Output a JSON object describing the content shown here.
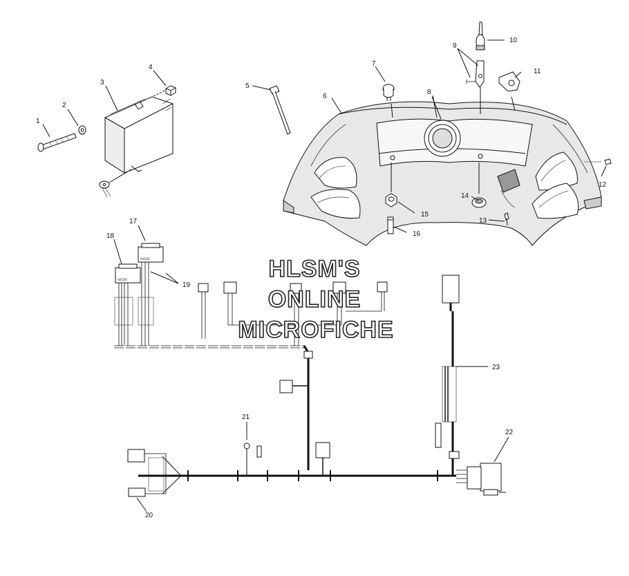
{
  "watermark": {
    "line1": "HLSM'S",
    "line2": "ONLINE",
    "line3": "MICROFICHE"
  },
  "connector_pins": {
    "c17": "ABCDEF",
    "c18": "ABCDEF"
  },
  "callouts": [
    {
      "id": "1",
      "label": "1"
    },
    {
      "id": "2",
      "label": "2"
    },
    {
      "id": "3",
      "label": "3"
    },
    {
      "id": "4",
      "label": "4"
    },
    {
      "id": "5",
      "label": "5"
    },
    {
      "id": "6",
      "label": "6"
    },
    {
      "id": "7",
      "label": "7"
    },
    {
      "id": "8",
      "label": "8"
    },
    {
      "id": "9",
      "label": "9"
    },
    {
      "id": "10",
      "label": "10"
    },
    {
      "id": "11",
      "label": "11"
    },
    {
      "id": "12",
      "label": "12"
    },
    {
      "id": "13",
      "label": "13"
    },
    {
      "id": "14",
      "label": "14"
    },
    {
      "id": "15",
      "label": "15"
    },
    {
      "id": "16",
      "label": "16"
    },
    {
      "id": "17",
      "label": "17"
    },
    {
      "id": "18",
      "label": "18"
    },
    {
      "id": "19",
      "label": "19"
    },
    {
      "id": "20",
      "label": "20"
    },
    {
      "id": "21",
      "label": "21"
    },
    {
      "id": "22",
      "label": "22"
    },
    {
      "id": "23",
      "label": "23"
    }
  ]
}
